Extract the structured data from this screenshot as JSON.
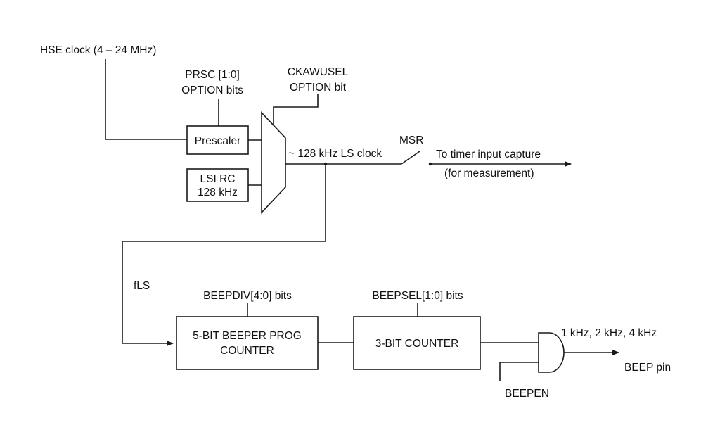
{
  "inputs": {
    "hse_clock": "HSE clock (4 – 24 MHz)",
    "prsc_line1": "PRSC [1:0]",
    "prsc_line2": "OPTION bits",
    "ckawusel_line1": "CKAWUSEL",
    "ckawusel_line2": "OPTION bit"
  },
  "blocks": {
    "prescaler": "Prescaler",
    "lsi_line1": "LSI RC",
    "lsi_line2": "128 kHz",
    "beeper_counter_line1": "5-BIT BEEPER PROG",
    "beeper_counter_line2": "COUNTER",
    "three_bit_counter": "3-BIT COUNTER"
  },
  "signals": {
    "ls_clock": "~ 128 kHz LS clock",
    "msr": "MSR",
    "timer_line1": "To timer input capture",
    "timer_line2": "(for measurement)",
    "fls": "fLS",
    "beepdiv": "BEEPDIV[4:0] bits",
    "beepsel": "BEEPSEL[1:0] bits",
    "frequencies": "1 kHz, 2 kHz, 4 kHz",
    "beep_pin": "BEEP pin",
    "beepen": "BEEPEN"
  }
}
